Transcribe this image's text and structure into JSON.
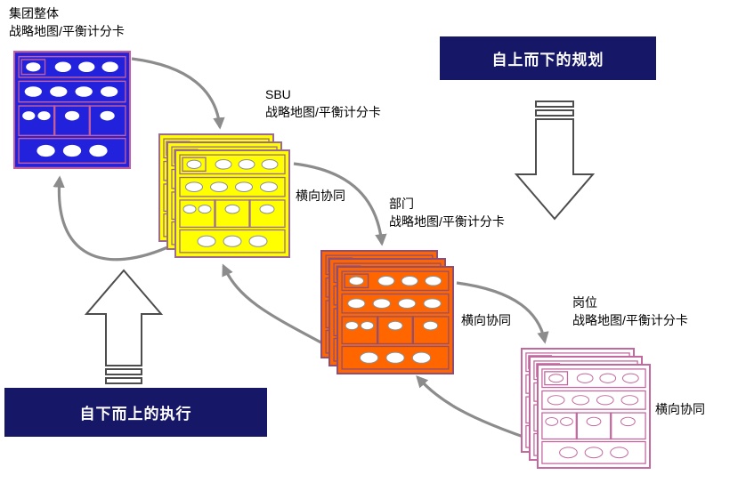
{
  "banners": {
    "top_down": {
      "label": "自上而下的规划"
    },
    "bottom_up": {
      "label": "自下而上的执行"
    }
  },
  "nodes": [
    {
      "id": "group",
      "title": "集团整体",
      "subtitle": "战略地图/平衡计分卡",
      "bg": "#2222dd",
      "oval_fill": "#ffffff",
      "oval_stroke": "none",
      "line_color": "#c45f9b",
      "stack": 1
    },
    {
      "id": "sbu",
      "title": "SBU",
      "subtitle": "战略地图/平衡计分卡",
      "bg": "#ffff00",
      "oval_fill": "#ffffff",
      "oval_stroke": "#8f8f8f",
      "line_color": "#9c6b8f",
      "stack": 3,
      "side_label": "横向协同"
    },
    {
      "id": "dept",
      "title": "部门",
      "subtitle": "战略地图/平衡计分卡",
      "bg": "#ff6600",
      "oval_fill": "#ffffff",
      "oval_stroke": "#8f8f8f",
      "line_color": "#8f4f75",
      "stack": 3,
      "side_label": "横向协同"
    },
    {
      "id": "post",
      "title": "岗位",
      "subtitle": "战略地图/平衡计分卡",
      "bg": "#ffffff",
      "oval_fill": "#ffffff",
      "oval_stroke": "#c2679e",
      "line_color": "#c2679e",
      "stack": 3,
      "side_label": "横向协同"
    }
  ],
  "colors": {
    "flow_arrow": "#8c8c8c",
    "banner_bg": "#171768",
    "banner_text": "#ffffff",
    "block_arrow_outline": "#4d4d4d",
    "block_arrow_fill": "#ffffff",
    "text": "#000000"
  }
}
